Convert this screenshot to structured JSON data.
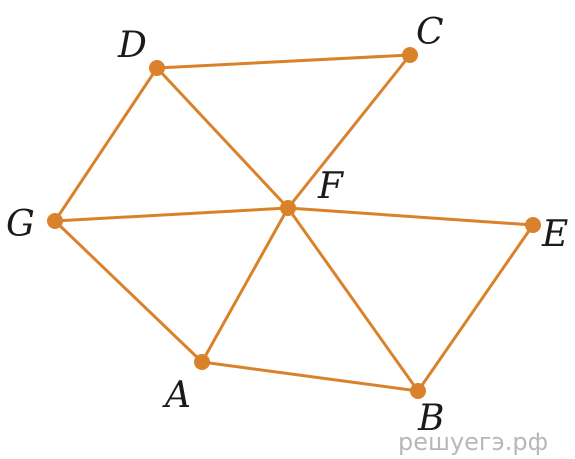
{
  "graph": {
    "edge_color": "#d9822b",
    "label_color": "#1a1a1a",
    "nodes": [
      {
        "id": "D",
        "label": "D"
      },
      {
        "id": "C",
        "label": "C"
      },
      {
        "id": "G",
        "label": "G"
      },
      {
        "id": "F",
        "label": "F"
      },
      {
        "id": "E",
        "label": "E"
      },
      {
        "id": "A",
        "label": "A"
      },
      {
        "id": "B",
        "label": "B"
      }
    ],
    "edges": [
      [
        "D",
        "C"
      ],
      [
        "D",
        "G"
      ],
      [
        "D",
        "F"
      ],
      [
        "C",
        "F"
      ],
      [
        "G",
        "F"
      ],
      [
        "F",
        "E"
      ],
      [
        "G",
        "A"
      ],
      [
        "A",
        "F"
      ],
      [
        "F",
        "B"
      ],
      [
        "E",
        "B"
      ],
      [
        "A",
        "B"
      ]
    ]
  },
  "watermark": {
    "text": "решуегэ.рф",
    "color": "#b8b8b8"
  }
}
